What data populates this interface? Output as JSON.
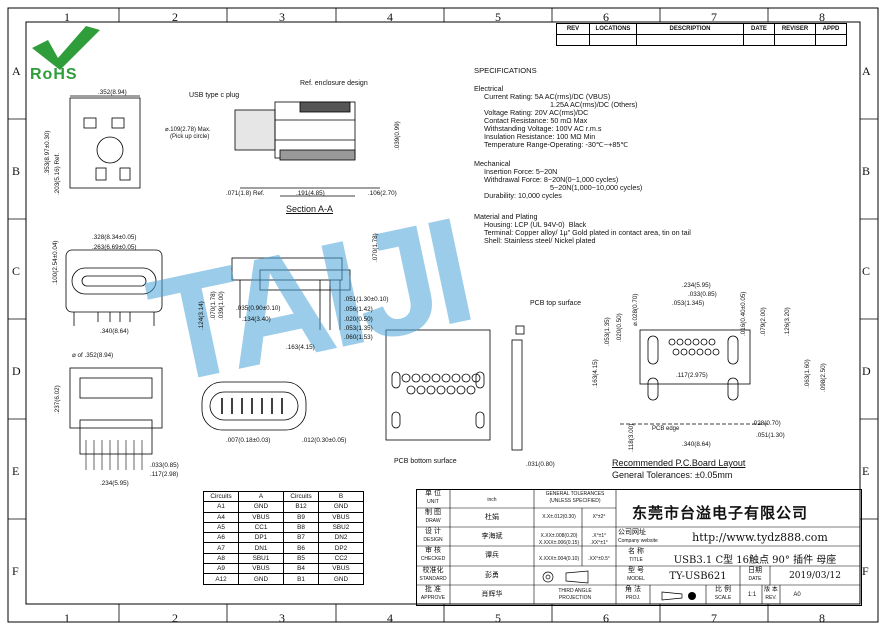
{
  "zones": {
    "cols": [
      "1",
      "2",
      "3",
      "4",
      "5",
      "6",
      "7",
      "8"
    ],
    "rows": [
      "A",
      "B",
      "C",
      "D",
      "E",
      "F"
    ]
  },
  "rohs": {
    "label": "RoHS"
  },
  "revision_table": {
    "headers": [
      "REV",
      "LOCATIONS",
      "DESCRIPTION",
      "DATE",
      "REVISER",
      "APPD"
    ]
  },
  "specifications": {
    "title": "SPECIFICATIONS",
    "electrical_title": "Electrical",
    "current_1": "Current Rating: 5A AC(rms)/DC (VBUS)",
    "current_2": "1.25A AC(rms)/DC (Others)",
    "voltage": "Voltage Rating: 20V AC(rms)/DC",
    "contact_res": "Contact Resistance: 50 mΩ Max",
    "withstanding": "Withstanding Voltage: 100V AC r.m.s",
    "insulation": "Insulation Resistance: 100 MΩ Min",
    "temperature": "Temperature Range-Operating: -30℃~+85℃",
    "mechanical_title": "Mechanical",
    "insertion": "Insertion Force: 5~20N",
    "withdrawal_1": "Withdrawal Force: 8~20N(0~1,000 cycles)",
    "withdrawal_2": "5~20N(1,000~10,000 cycles)",
    "durability": "Durability: 10,000 cycles",
    "material_title": "Material and Plating",
    "housing": "Housing: LCP (UL 94V-0)  Black",
    "terminal": "Terminal: Copper alloy/ 1μ\" Gold plated in contact area, tin on tail",
    "shell": "Shell: Stainless steel/ Nickel plated"
  },
  "labels": {
    "usb_plug": "USB type c plug",
    "enclosure": "Ref. enclosure design",
    "section": "Section A-A",
    "pcb_top": "PCB top surface",
    "pcb_bottom": "PCB bottom surface",
    "pcb_edge": "PCB edge",
    "pickup": "⌀.109(2.78) Max.",
    "pickup2": "(Pick up circle)",
    "recommended": "Recommended P.C.Board Layout",
    "tolerances": "General Tolerances: ±0.05mm"
  },
  "dims": {
    "d1": ".352(8.94)",
    "d2": ".353(8.97±0.30)",
    "d3": ".203(5.16) Ref.",
    "d4": ".071(1.8) Ref.",
    "d5": ".191(4.85)",
    "d6": ".106(2.70)",
    "d7": ".039(0.99)",
    "d8": ".328(8.34±0.05)",
    "d9": ".263(6.69±0.05)",
    "d10": ".100(2.54±0.04)",
    "d11": ".340(8.64)",
    "d12": ".124(3.14)",
    "d13": ".039(1.00)",
    "d14": ".070(1.78)",
    "d15": ".035(0.90±0.10)",
    "d16": ".134(3.40)",
    "d17": ".163(4.15)",
    "d18": ".070(1.78)",
    "d19": ".051(1.30±0.10)",
    "d20": ".056(1.42)",
    "d21": ".020(0.50)",
    "d22": ".053(1.35)",
    "d23": ".060(1.53)",
    "d24": "⌀ of .352(8.94)",
    "d25": ".237(6.02)",
    "d26": ".033(0.85)",
    "d27": ".117(2.98)",
    "d28": ".234(5.95)",
    "d29": ".007(0.18±0.03)",
    "d30": ".012(0.30±0.05)",
    "d31": ".031(0.80)",
    "d32": ".234(5.95)",
    "d33": ".033(0.85)",
    "d34": ".053(1.345)",
    "d35": "⌀.028(0.70)",
    "d36": ".053(1.35)",
    "d37": ".020(0.50)",
    "d38": ".016(0.40±0.05)",
    "d39": ".079(2.00)",
    "d40": ".126(3.20)",
    "d41": ".163(4.15)",
    "d42": ".117(2.975)",
    "d43": ".063(1.60)",
    "d44": ".098(2.50)",
    "d45": ".028(0.70)",
    "d46": ".051(1.30)",
    "d47": ".340(8.64)",
    "d48": ".118(3.00)"
  },
  "circuits": {
    "headers": [
      "Circuits",
      "A",
      "Circuits",
      "B"
    ],
    "rows": [
      [
        "A1",
        "GND",
        "B12",
        "GND"
      ],
      [
        "A4",
        "VBUS",
        "B9",
        "VBUS"
      ],
      [
        "A5",
        "CC1",
        "B8",
        "SBU2"
      ],
      [
        "A6",
        "DP1",
        "B7",
        "DN2"
      ],
      [
        "A7",
        "DN1",
        "B6",
        "DP2"
      ],
      [
        "A8",
        "SBU1",
        "B5",
        "CC2"
      ],
      [
        "A9",
        "VBUS",
        "B4",
        "VBUS"
      ],
      [
        "A12",
        "GND",
        "B1",
        "GND"
      ]
    ]
  },
  "title_block": {
    "unit_cn": "单 位",
    "unit_en": "UNIT",
    "unit_val": "inch",
    "draw_cn": "制 图",
    "draw_en": "DRAW",
    "draw_val": "杜娟",
    "design_cn": "设 计",
    "design_en": "DESIGN",
    "design_val": "李海斌",
    "check_cn": "审 核",
    "check_en": "CHECKED",
    "check_val": "谭兵",
    "standard_cn": "校准化",
    "standard_en": "STANDARD",
    "standard_val": "彭勇",
    "approve_cn": "批 准",
    "approve_en": "APPROVE",
    "approve_val": "肖辉华",
    "gt_title": "GENERAL TOLERANCES",
    "gt_sub": "(UNLESS SPECIFIED)",
    "gt1": "X.X±.012(0.30)",
    "gt1b": "X°±2°",
    "gt2": "X.XX±.008(0.20)",
    "gt2b": ".X°±1°",
    "gt3": "X.XXX±.006(0.15)",
    "gt3b": ".XX°±1°",
    "gt4": "X.XXX±.004(0.10)",
    "gt4b": ".XX°±0.5°",
    "third_angle": "THIRD ANGLE",
    "projection": "PROJECTION",
    "company": "东莞市台溢电子有限公司",
    "website_cn": "公司网址",
    "website_en": "Company website",
    "website": "http://www.tydz888.com",
    "name_cn": "名 称",
    "name_en": "TITLE",
    "name_val": "USB3.1 C型 16触点 90° 插件 母座",
    "model_cn": "型 号",
    "model_en": "MODEL",
    "model_val": "TY-USB621",
    "date_cn": "日期",
    "date_en": "DATE",
    "date_val": "2019/03/12",
    "proj_cn": "角 法",
    "proj_en": "PROJ.",
    "scale_cn": "比 例",
    "scale_en": "SCALE",
    "scale_val": "1:1",
    "rev_cn": "版 本",
    "rev_en": "REV.",
    "rev_val": "A0"
  }
}
